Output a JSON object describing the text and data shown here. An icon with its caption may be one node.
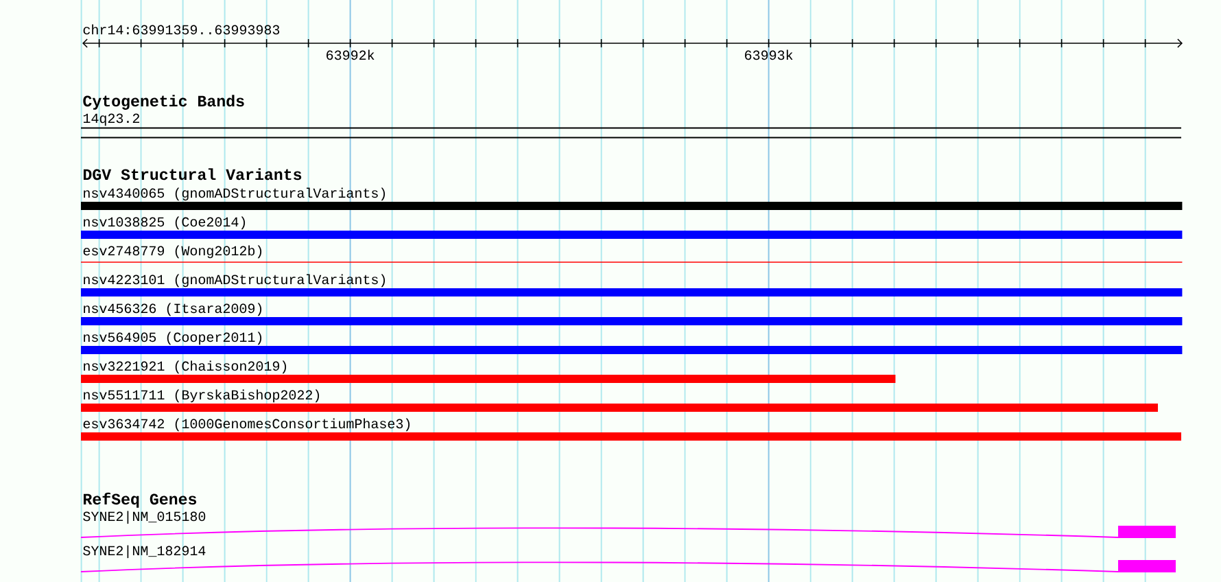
{
  "diagram": {
    "nodes": [
      {
        "text": [
          "14q23.2"
        ]
      },
      {
        "text": [
          "nsv4340065 (gnomADStructuralVariants)"
        ]
      },
      {
        "text": [
          "nsv1038825 (Coe2014)"
        ]
      },
      {
        "text": [
          "esv2748779 (Wong2012b)"
        ]
      },
      {
        "text": [
          "nsv4223101 (gnomADStructuralVariants)"
        ]
      },
      {
        "text": [
          "nsv456326 (Itsara2009)"
        ]
      },
      {
        "text": [
          "nsv564905 (Cooper2011)"
        ]
      },
      {
        "text": [
          "nsv3221921 (Chaisson2019)"
        ]
      },
      {
        "text": [
          "nsv5511711 (ByrskaBishop2022)"
        ]
      },
      {
        "text": [
          "esv3634742 (1000GenomesConsortiumPhase3)"
        ]
      },
      {
        "text": [
          "SYNE2|NM_015180"
        ]
      },
      {
        "text": [
          "SYNE2|NM_182914"
        ]
      }
    ],
    "labels": [
      "chr14:63991359..63993983",
      "63992k",
      "63993k",
      "Cytogenetic Bands",
      "DGV Structural Variants",
      "RefSeq Genes"
    ]
  }
}
